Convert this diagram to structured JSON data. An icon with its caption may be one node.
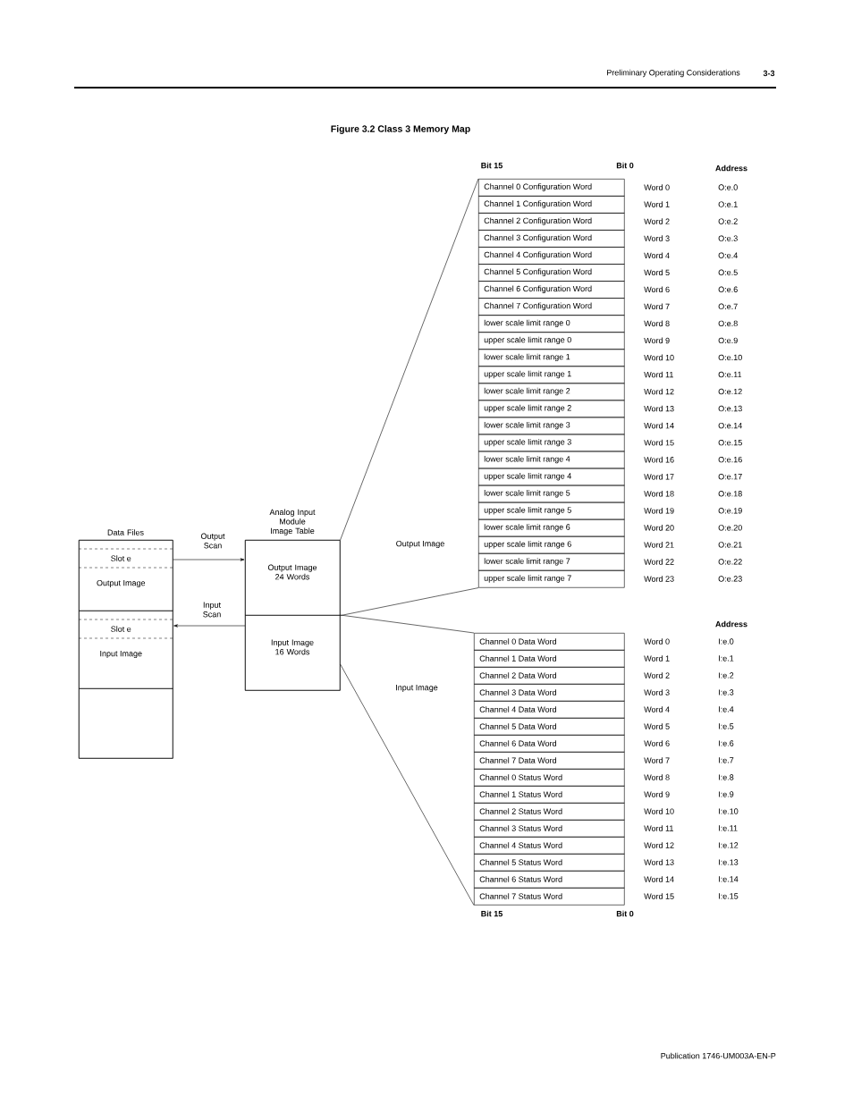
{
  "diagram": {
    "title": "Figure 3.2 Class 3 Memory Map",
    "nodes": [
      {
        "text": [
          "Data Files"
        ]
      },
      {
        "text": [
          "Slot e",
          "Output Image"
        ],
        "in": 0
      },
      {
        "text": [
          "Slot e",
          "Input Image"
        ],
        "in": 0
      },
      {
        "text": [],
        "shape": "box",
        "in": 0
      },
      {
        "text": [
          "Analog Input Module Image Table"
        ]
      },
      {
        "text": [
          "Output Image 24 Words"
        ],
        "in": 4
      },
      {
        "text": [
          "Input Image 16 Words"
        ],
        "in": 4
      },
      {
        "text": [
          "Channel 0 Configuration Word"
        ],
        "beside": [
          "Word 0"
        ]
      },
      {
        "text": [
          "Channel 1 Configuration Word"
        ],
        "beside": [
          "Word 1"
        ]
      },
      {
        "text": [
          "Channel 2 Configuration Word"
        ],
        "beside": [
          "Word 2"
        ]
      },
      {
        "text": [
          "Channel 3 Configuration Word"
        ],
        "beside": [
          "Word 3"
        ]
      },
      {
        "text": [
          "Channel 4 Configuration Word"
        ],
        "beside": [
          "Word 4"
        ]
      },
      {
        "text": [
          "Channel 5 Configuration Word"
        ],
        "beside": [
          "Word 5"
        ]
      },
      {
        "text": [
          "Channel 6 Configuration Word"
        ],
        "beside": [
          "Word 6"
        ]
      },
      {
        "text": [
          "Channel 7 Configuration Word"
        ],
        "beside": [
          "Word 7"
        ]
      },
      {
        "text": [
          "lower scale limit range 0"
        ],
        "beside": [
          "Word 8"
        ]
      },
      {
        "text": [
          "upper scale limit range 0"
        ],
        "beside": [
          "Word 9"
        ]
      },
      {
        "text": [
          "lower scale limit range 1"
        ],
        "beside": [
          "Word 10"
        ]
      },
      {
        "text": [
          "upper scale limit range 1"
        ],
        "beside": [
          "Word 11"
        ]
      },
      {
        "text": [
          "lower scale limit range 2"
        ],
        "beside": [
          "Word 12"
        ]
      },
      {
        "text": [
          "upper scale limit range 2"
        ],
        "beside": [
          "Word 13"
        ]
      },
      {
        "text": [
          "lower scale limit range 3"
        ],
        "beside": [
          "Word 14"
        ]
      },
      {
        "text": [
          "upper scale limit range 3"
        ],
        "beside": [
          "Word 15"
        ]
      },
      {
        "text": [
          "lower scale limit range 4"
        ],
        "beside": [
          "Word 16"
        ]
      },
      {
        "text": [
          "upper scale limit range 4"
        ],
        "beside": [
          "Word 17"
        ]
      },
      {
        "text": [
          "lower scale limit range 5"
        ],
        "beside": [
          "Word 18"
        ]
      },
      {
        "text": [
          "upper scale limit range 5"
        ],
        "beside": [
          "Word 19"
        ]
      },
      {
        "text": [
          "lower scale limit range 6"
        ],
        "beside": [
          "Word 20"
        ]
      },
      {
        "text": [
          "upper scale limit range 6"
        ],
        "beside": [
          "Word 21"
        ]
      },
      {
        "text": [
          "lower scale limit range 7"
        ],
        "beside": [
          "Word 22"
        ]
      },
      {
        "text": [
          "upper scale limit range 7"
        ],
        "beside": [
          "Word 23"
        ]
      },
      {
        "text": [
          "Channel 0 Data Word"
        ],
        "beside": [
          "Word 0"
        ]
      },
      {
        "text": [
          "Channel 1 Data Word"
        ],
        "beside": [
          "Word 1"
        ]
      },
      {
        "text": [
          "Channel 2 Data Word"
        ],
        "beside": [
          "Word 2"
        ]
      },
      {
        "text": [
          "Channel 3 Data Word"
        ],
        "beside": [
          "Word 3"
        ]
      },
      {
        "text": [
          "Channel 4 Data Word"
        ],
        "beside": [
          "Word 4"
        ]
      },
      {
        "text": [
          "Channel 5 Data Word"
        ],
        "beside": [
          "Word 5"
        ]
      },
      {
        "text": [
          "Channel 6 Data Word"
        ],
        "beside": [
          "Word 6"
        ]
      },
      {
        "text": [
          "Channel 7 Data Word"
        ],
        "beside": [
          "Word 7"
        ]
      },
      {
        "text": [
          "Channel 0 Status Word"
        ],
        "beside": [
          "Word 8"
        ]
      },
      {
        "text": [
          "Channel 1 Status Word"
        ],
        "beside": [
          "Word 9"
        ]
      },
      {
        "text": [
          "Channel 2 Status Word"
        ],
        "beside": [
          "Word 10"
        ]
      },
      {
        "text": [
          "Channel 3 Status Word"
        ],
        "beside": [
          "Word 11"
        ]
      },
      {
        "text": [
          "Channel 4 Status Word"
        ],
        "beside": [
          "Word 12"
        ]
      },
      {
        "text": [
          "Channel 5 Status Word"
        ],
        "beside": [
          "Word 13"
        ]
      },
      {
        "text": [
          "Channel 6 Status Word"
        ],
        "beside": [
          "Word 14"
        ]
      },
      {
        "text": [
          "Channel 7 Status Word"
        ],
        "beside": [
          "Word 15"
        ]
      }
    ],
    "edges": [
      {
        "from": 1,
        "to": 5,
        "arrow": "to",
        "label": "Output Scan"
      },
      {
        "from": 6,
        "to": 2,
        "arrow": "to",
        "label": "Input Scan"
      },
      {
        "from": 5,
        "to": 7,
        "arrow": "none"
      },
      {
        "from": 5,
        "to": 30,
        "arrow": "none"
      },
      {
        "from": 6,
        "to": 31,
        "arrow": "none"
      },
      {
        "from": 6,
        "to": 46,
        "arrow": "none"
      }
    ],
    "labels": [
      "Preliminary Operating Considerations",
      "3-3",
      "Bit 15",
      "Bit 0",
      "Address",
      "O:e.0",
      "O:e.1",
      "O:e.2",
      "O:e.3",
      "O:e.4",
      "O:e.5",
      "O:e.6",
      "O:e.7",
      "O:e.8",
      "O:e.9",
      "O:e.10",
      "O:e.11",
      "O:e.12",
      "O:e.13",
      "O:e.14",
      "O:e.15",
      "O:e.16",
      "O:e.17",
      "O:e.18",
      "O:e.19",
      "O:e.20",
      "O:e.21",
      "O:e.22",
      "O:e.23",
      "Output Image",
      "Address",
      "I:e.0",
      "I:e.1",
      "I:e.2",
      "I:e.3",
      "I:e.4",
      "I:e.5",
      "I:e.6",
      "I:e.7",
      "I:e.8",
      "I:e.9",
      "I:e.10",
      "I:e.11",
      "I:e.12",
      "I:e.13",
      "I:e.14",
      "I:e.15",
      "Input Image",
      "Bit 15",
      "Bit 0",
      "Publication 1746-UM003A-EN-P"
    ]
  }
}
